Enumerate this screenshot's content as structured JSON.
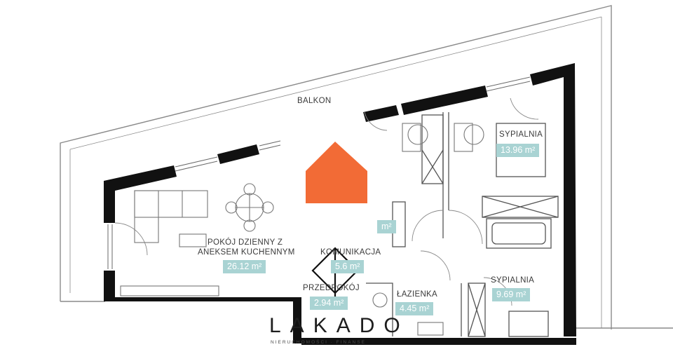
{
  "rooms": {
    "balcony": {
      "name": "BALKON"
    },
    "living": {
      "name_line1": "POKÓJ DZIENNY Z",
      "name_line2": "ANEKSEM KUCHENNYM",
      "area": "26.12 m²"
    },
    "bedroom1": {
      "name": "SYPIALNIA",
      "area": "13.96 m²"
    },
    "bedroom2": {
      "name": "SYPIALNIA",
      "area": "9.69 m²"
    },
    "corridor": {
      "name": "KOMUNIKACJA",
      "area": "5.6 m²"
    },
    "hall": {
      "name": "PRZEDPOKÓJ",
      "area": "2.94 m²"
    },
    "bathroom": {
      "name": "ŁAZIENKA",
      "area": "4.45 m²"
    },
    "small_room": {
      "area": "m²"
    }
  },
  "brand": {
    "name": "LAKADO",
    "tagline": "NIERUCHOMOŚCI · FINANSE"
  },
  "colors": {
    "wall": "#111111",
    "accent": "#f26b36",
    "tag": "#a9d3d3",
    "line": "#8a8a8a"
  },
  "icons": {
    "logo_mark": "house-icon",
    "watermark": "diamond-logo-icon"
  }
}
